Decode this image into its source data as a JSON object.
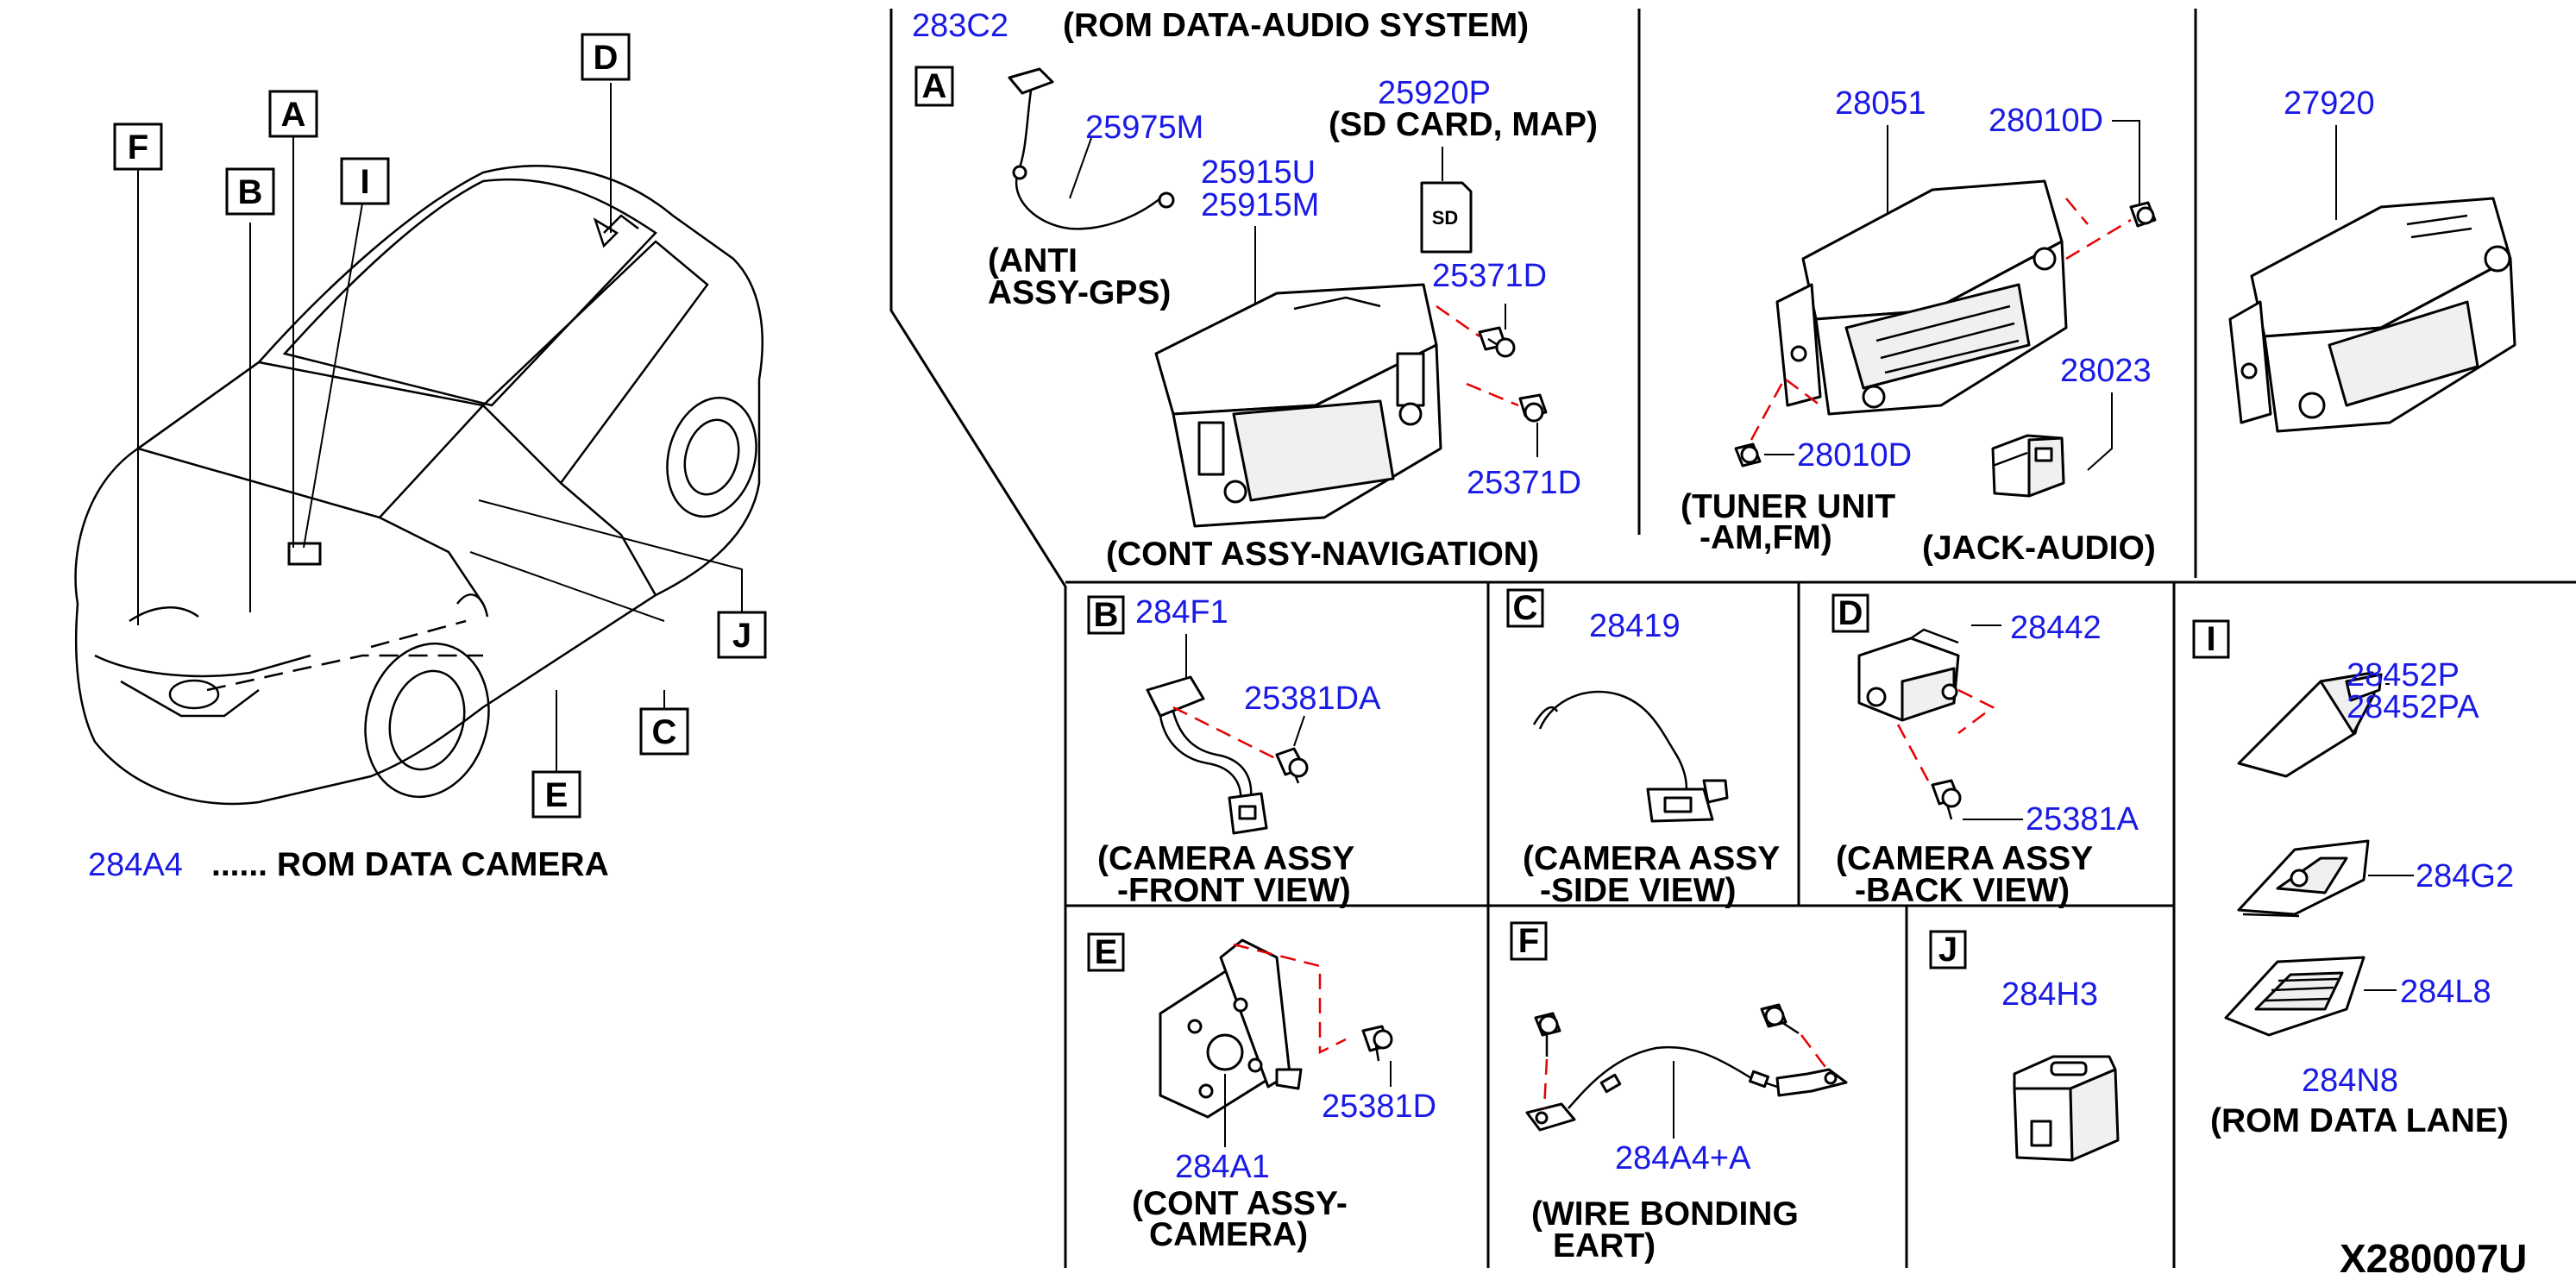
{
  "left": {
    "callouts": [
      "F",
      "A",
      "B",
      "I",
      "D",
      "J",
      "C",
      "E"
    ],
    "part_number": "284A4",
    "caption": "...... ROM DATA CAMERA"
  },
  "section_a": {
    "header_number": "283C2",
    "header_text": "(ROM DATA-AUDIO SYSTEM)",
    "box_letter": "A",
    "pn_gps_antenna": "25975M",
    "caption_gps_line1": "(ANTI",
    "caption_gps_line2": "ASSY-GPS)",
    "pn_sd_card": "25920P",
    "caption_sd_card": "(SD CARD, MAP)",
    "sd_label": "SD",
    "pn_nav_1": "25915U",
    "pn_nav_2": "25915M",
    "pn_screw_1": "25371D",
    "pn_screw_2": "25371D",
    "caption_nav": "(CONT ASSY-NAVIGATION)"
  },
  "section_tuner": {
    "pn_tuner": "28051",
    "pn_clip_top": "28010D",
    "pn_clip_bottom": "28010D",
    "caption_tuner_line1": "(TUNER UNIT",
    "caption_tuner_line2": "-AM,FM)",
    "pn_jack": "28023",
    "caption_jack": "(JACK-AUDIO)"
  },
  "section_display": {
    "pn_display": "27920"
  },
  "section_b": {
    "box_letter": "B",
    "pn_camera": "284F1",
    "pn_screw": "25381DA",
    "caption_line1": "(CAMERA ASSY",
    "caption_line2": "-FRONT VIEW)"
  },
  "section_c": {
    "box_letter": "C",
    "pn_camera": "28419",
    "caption_line1": "(CAMERA ASSY",
    "caption_line2": "-SIDE VIEW)"
  },
  "section_d": {
    "box_letter": "D",
    "pn_camera": "28442",
    "pn_screw": "25381A",
    "caption_line1": "(CAMERA ASSY",
    "caption_line2": "-BACK VIEW)"
  },
  "section_i": {
    "box_letter": "I",
    "pn_cover_1": "28452P",
    "pn_cover_2": "28452PA",
    "pn_bracket": "284G2",
    "pn_base": "284L8",
    "pn_rom": "284N8",
    "caption": "(ROM DATA LANE)"
  },
  "section_e": {
    "box_letter": "E",
    "pn_unit": "284A1",
    "pn_screw": "25381D",
    "caption_line1": "(CONT ASSY-",
    "caption_line2": "CAMERA)"
  },
  "section_f": {
    "box_letter": "F",
    "pn_wire": "284A4+A",
    "caption_line1": "(WIRE BONDING",
    "caption_line2": "EART)"
  },
  "section_j": {
    "box_letter": "J",
    "pn_switch": "284H3"
  },
  "diagram_code": "X280007U"
}
